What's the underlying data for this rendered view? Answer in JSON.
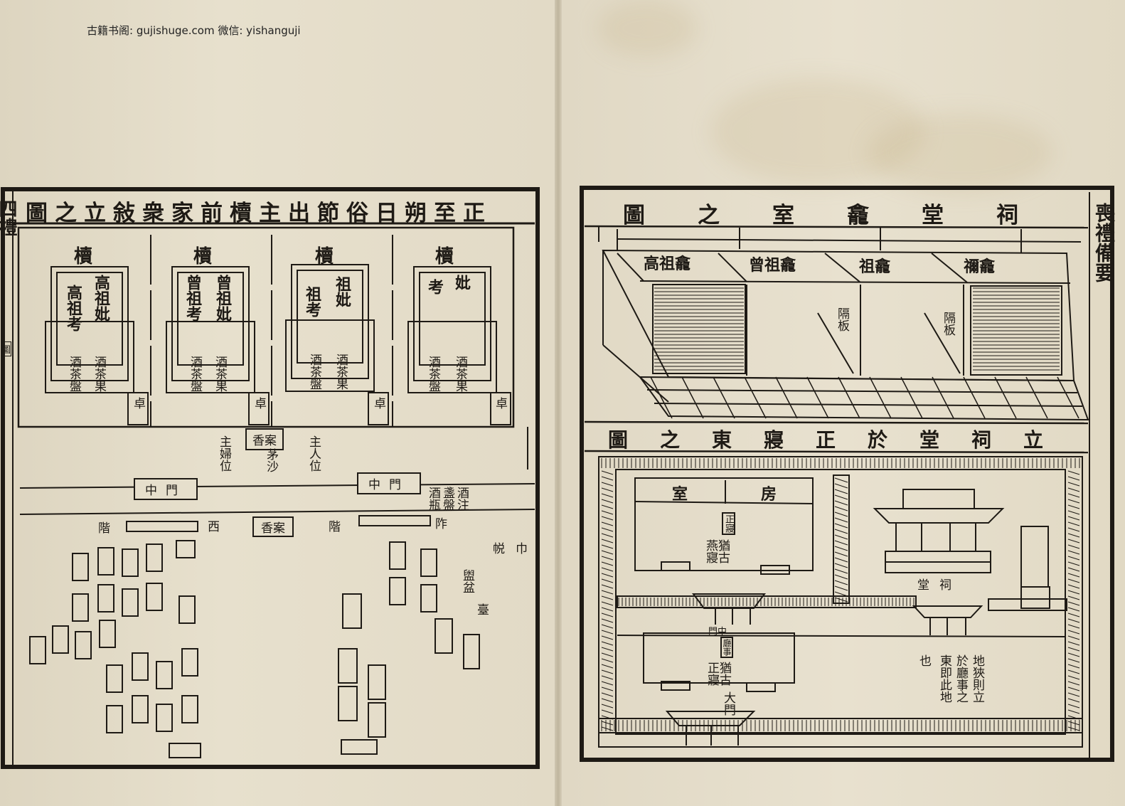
{
  "watermark": "古籍书阁: gujishuge.com 微信: yishanguji",
  "left_page": {
    "margin_title": "四禮",
    "margin_section": "圖",
    "title": "正至朔日俗節出主櫝前家衆敍立之圖",
    "shrines": [
      {
        "label": "櫝",
        "tablets": [
          "高祖考",
          "高祖妣"
        ],
        "offerings": [
          "酒茶盤",
          "酒茶果"
        ],
        "side": "卓"
      },
      {
        "label": "櫝",
        "tablets": [
          "曾祖考",
          "曾祖妣"
        ],
        "offerings": [
          "酒茶盤",
          "酒茶果"
        ],
        "side": "卓"
      },
      {
        "label": "櫝",
        "tablets": [
          "祖考",
          "祖妣"
        ],
        "offerings": [
          "酒茶盤",
          "酒茶果"
        ],
        "side": "卓"
      },
      {
        "label": "櫝",
        "tablets": [
          "考",
          "妣"
        ],
        "offerings": [
          "酒茶盤",
          "酒茶果"
        ],
        "side": "卓"
      }
    ],
    "incense_table": "香案",
    "positions": [
      "主婦位",
      "茅沙",
      "主人位"
    ],
    "middle_gates": [
      "中門",
      "中門"
    ],
    "wine_table": [
      "酒注",
      "盞盤",
      "酒瓶"
    ],
    "steps": {
      "west": "西",
      "west_step": "階",
      "table": "香案",
      "east_step": "階",
      "east": "阼"
    },
    "women_side": [
      "巾",
      "帨",
      "盥盆",
      "臺"
    ]
  },
  "right_page": {
    "margin_title": "喪禮備要",
    "top_figure": {
      "title": "祠堂龕室之圖",
      "niches": [
        "高祖龕",
        "曾祖龕",
        "祖龕",
        "禰龕"
      ],
      "partitions": [
        "隔板",
        "隔板"
      ]
    },
    "bottom_figure": {
      "title": "立祠堂於正寢東之圖",
      "rooms": [
        "室",
        "房"
      ],
      "main_hall_label": "正寢",
      "main_hall_note": "猶古燕寢",
      "shrine_hall": "祠堂",
      "middle_gate": "中門",
      "front_hall_label": "廳事",
      "front_hall_note": "猶古正寢",
      "great_gate": "大門",
      "note": [
        "地狹則立",
        "於廳事之",
        "東即此地",
        "也"
      ]
    }
  }
}
